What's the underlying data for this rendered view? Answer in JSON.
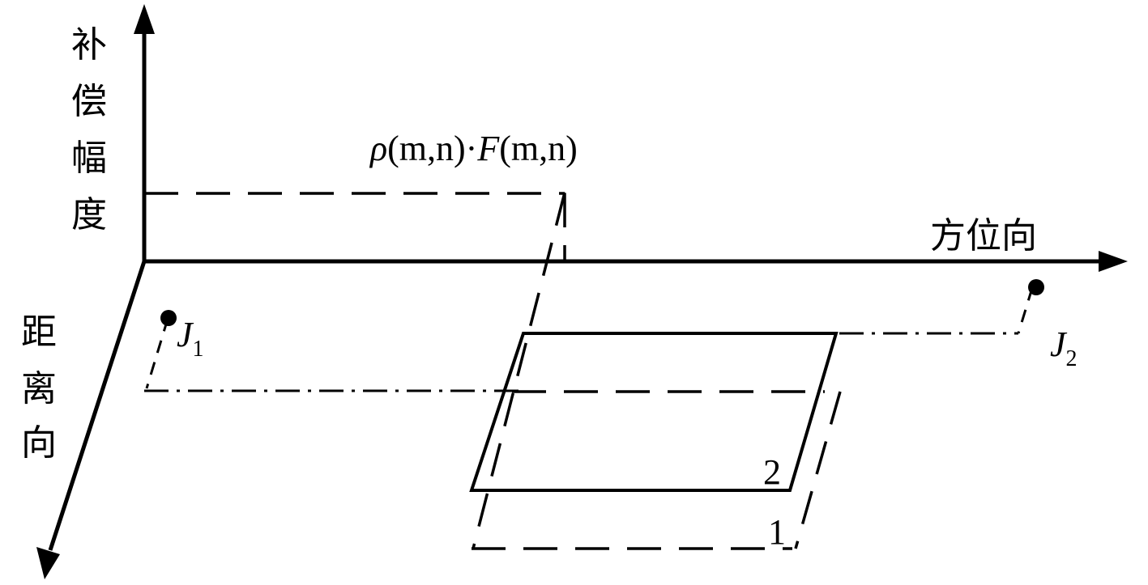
{
  "axes": {
    "vertical_label_chars": [
      "补",
      "偿",
      "幅",
      "度"
    ],
    "horizontal_label": "方位向",
    "depth_label_chars": [
      "距",
      "离",
      "向"
    ]
  },
  "formula": {
    "rho": "ρ",
    "args1": "(m,n)",
    "dot": "·",
    "F": "F",
    "args2": "(m,n)"
  },
  "points": {
    "j1": {
      "main": "J",
      "sub": "1"
    },
    "j2": {
      "main": "J",
      "sub": "2"
    }
  },
  "shapes": {
    "label_2": "2",
    "label_1": "1"
  }
}
